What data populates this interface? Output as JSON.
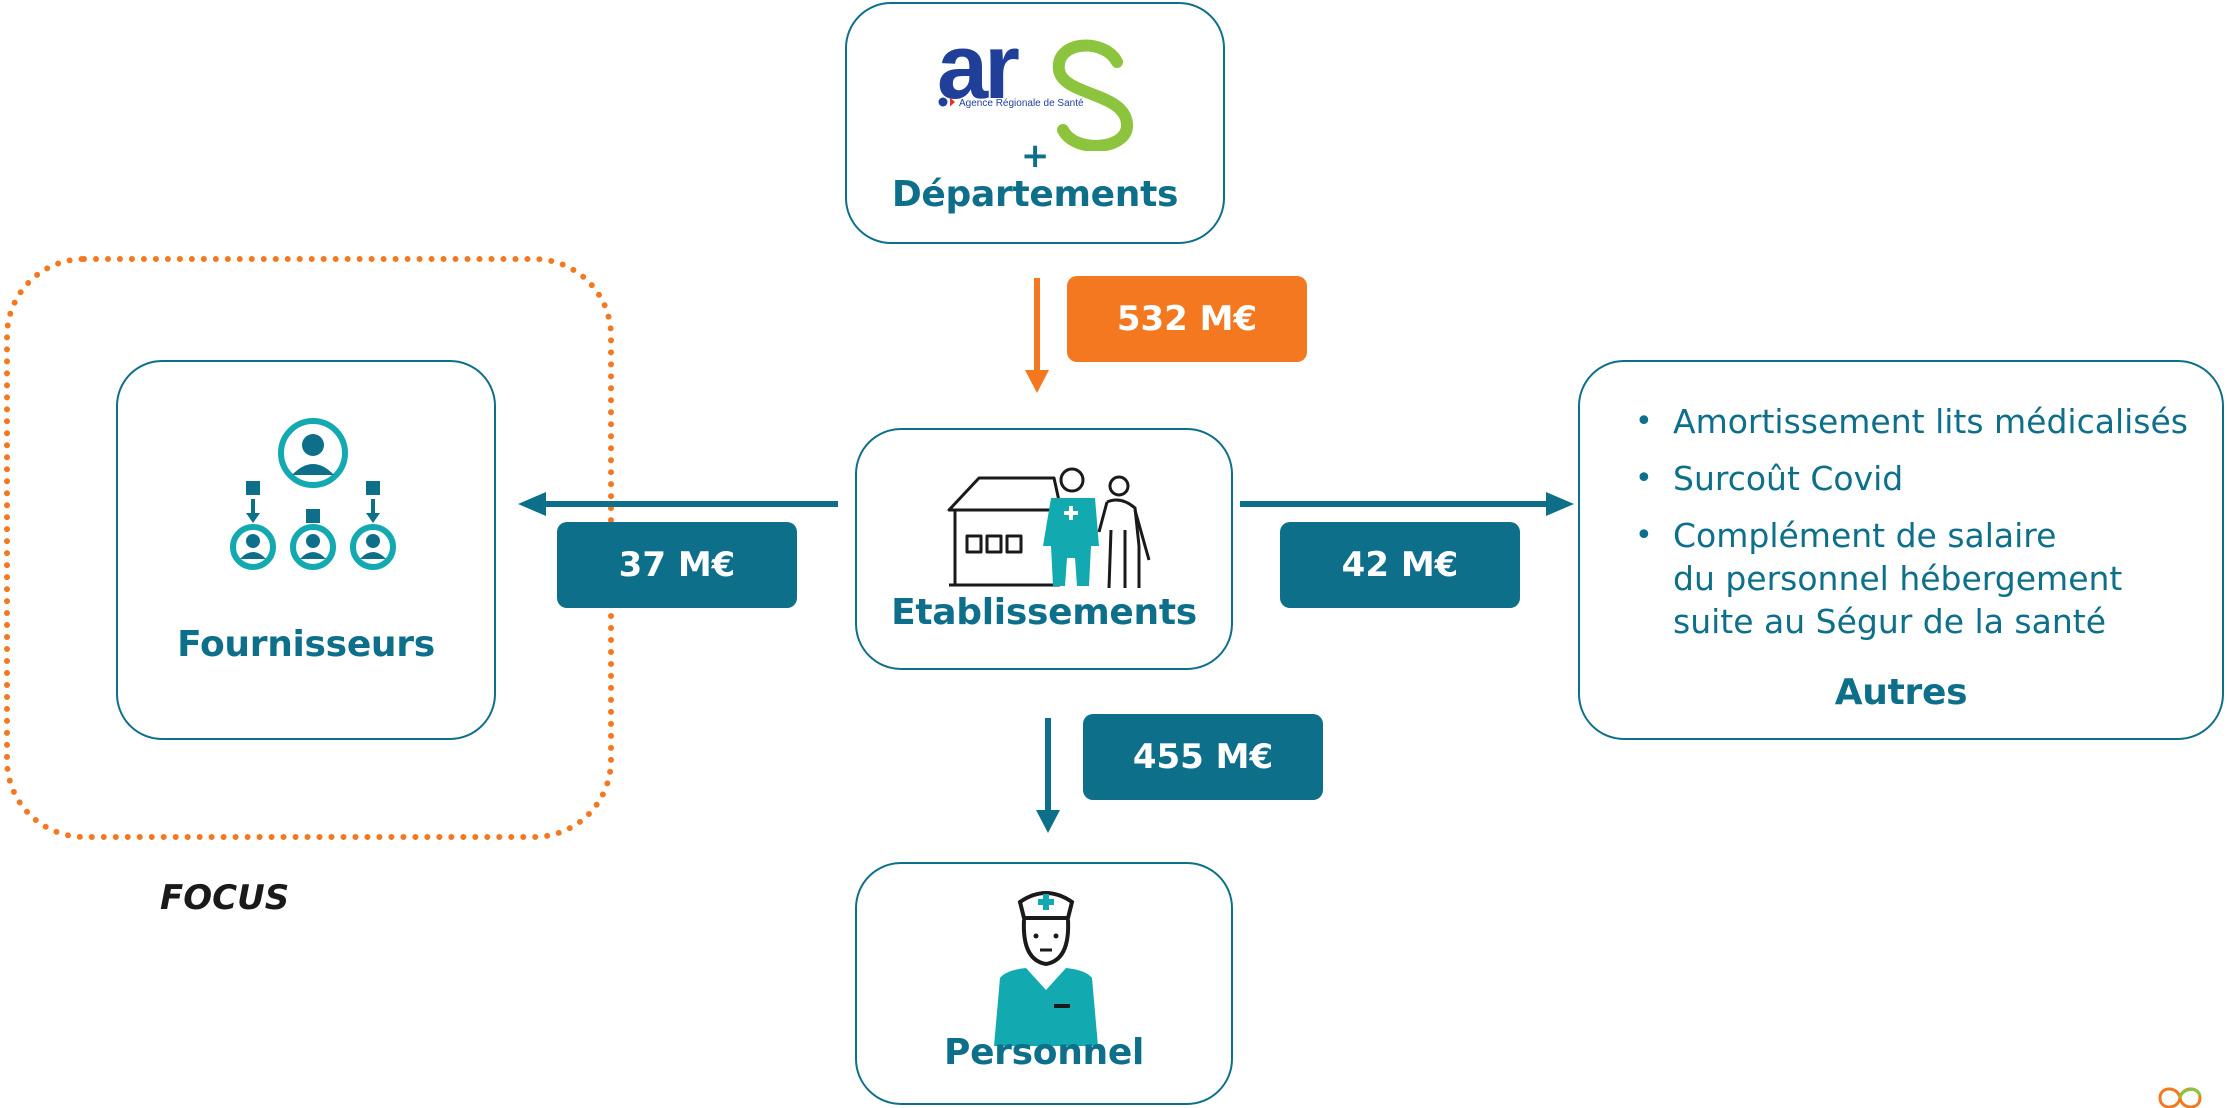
{
  "top_box": {
    "logo": {
      "wordmark": "ars",
      "tagline": "Agence Régionale de Santé",
      "icon": "ars-logo"
    },
    "plus": "+",
    "label": "Départements"
  },
  "center_box": {
    "label": "Etablissements",
    "icon": "building-caregiver-elderly-icon"
  },
  "left_box": {
    "label": "Fournisseurs",
    "icon": "hierarchy-people-icon"
  },
  "bottom_box": {
    "label": "Personnel",
    "icon": "nurse-icon"
  },
  "right_box": {
    "bullets": [
      "Amortissement lits médicalisés",
      "Surcoût Covid",
      "Complément de salaire\ndu personnel hébergement\nsuite au Ségur de la santé"
    ],
    "label": "Autres"
  },
  "flows": {
    "top_to_center": "532 M€",
    "center_to_left": "37 M€",
    "center_to_right": "42 M€",
    "center_to_bottom": "455 M€"
  },
  "focus_label": "FOCUS",
  "colors": {
    "teal": "#0d6f8a",
    "turquoise": "#13a9b0",
    "orange": "#f4781f",
    "ars_blue": "#1f3f99",
    "ars_green": "#8cc43e"
  }
}
